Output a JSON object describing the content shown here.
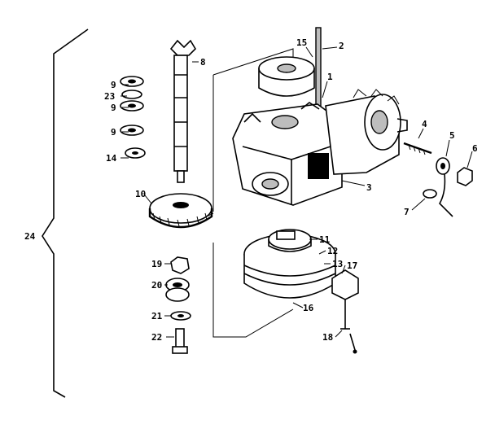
{
  "diagram": {
    "callouts": {
      "c1": "1",
      "c2": "2",
      "c3": "3",
      "c4": "4",
      "c5": "5",
      "c6": "6",
      "c7": "7",
      "c8": "8",
      "c9a": "9",
      "c9b": "9",
      "c9c": "9",
      "c10": "10",
      "c11": "11",
      "c12": "12",
      "c13": "13",
      "c14": "14",
      "c15": "15",
      "c16": "16",
      "c17": "17",
      "c18": "18",
      "c19": "19",
      "c20": "20",
      "c21": "21",
      "c22": "22",
      "c23": "23",
      "c24": "24"
    }
  }
}
